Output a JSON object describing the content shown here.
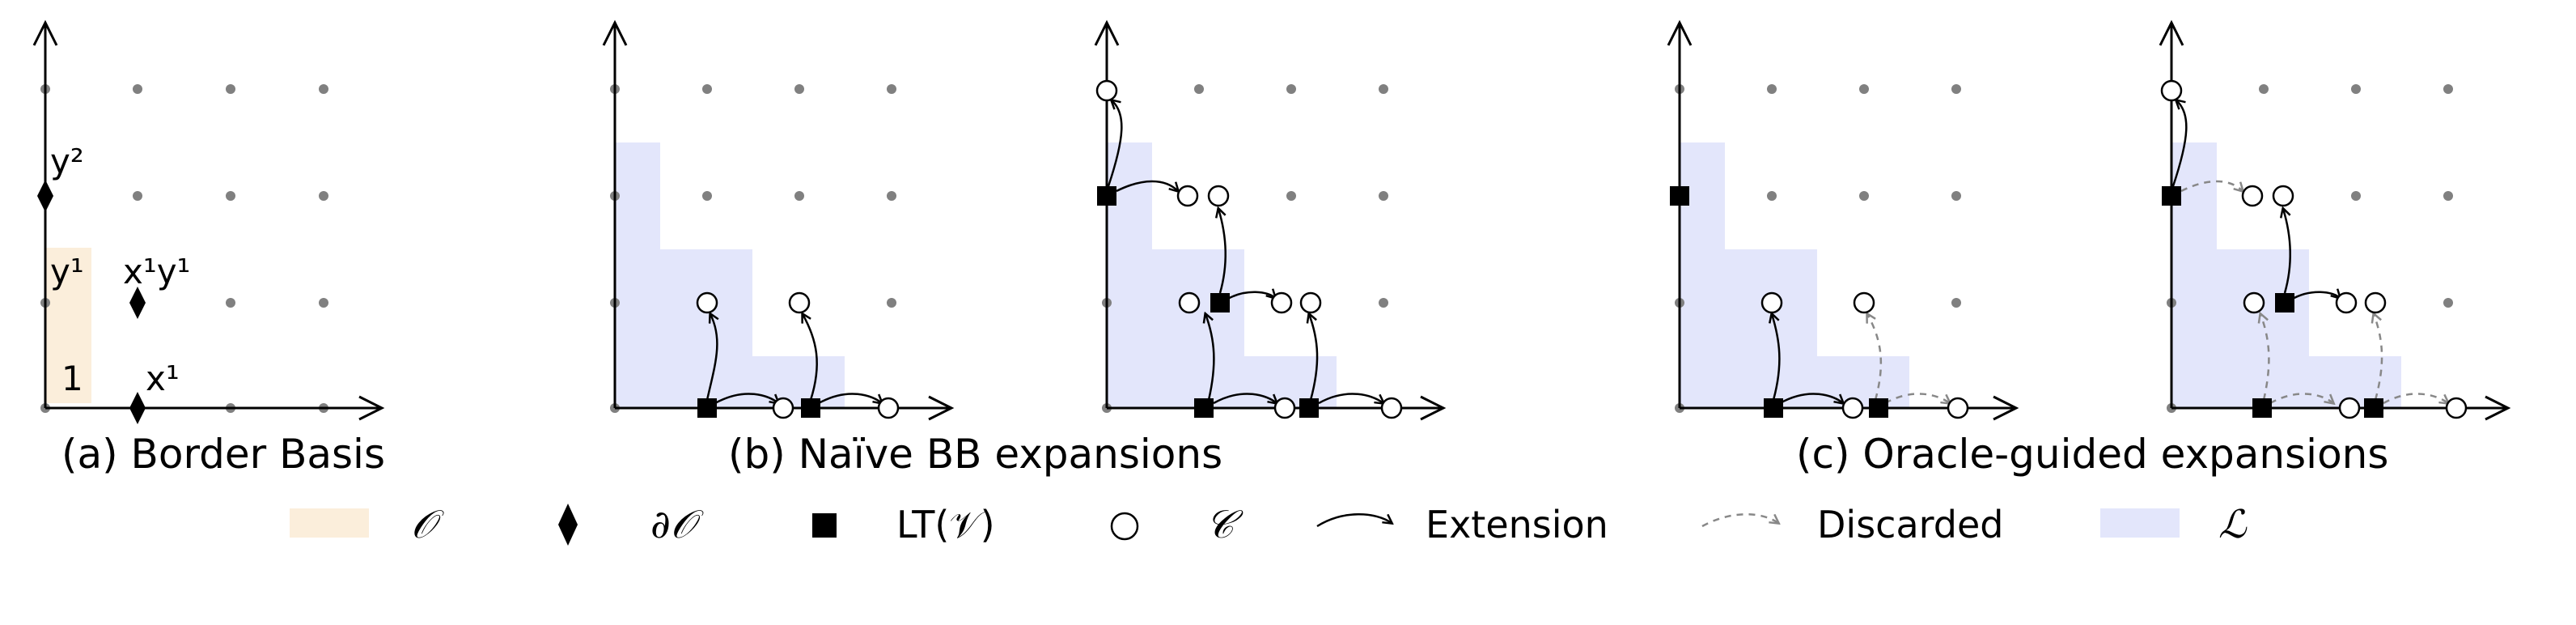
{
  "figure": {
    "panel_a": {
      "caption": "(a) Border Basis",
      "label_y2": "y²",
      "label_y1": "y¹",
      "label_x1y1": "x¹y¹",
      "label_x1": "x¹",
      "label_one": "1"
    },
    "panel_b": {
      "caption": "(b) Naïve BB expansions"
    },
    "panel_c": {
      "caption": "(c) Oracle-guided expansions"
    }
  },
  "legend": {
    "order_ideal": {
      "symbol": "𝒪",
      "color": "#fbeedb"
    },
    "border": {
      "symbol": "∂𝒪"
    },
    "leading_terms": {
      "label": "LT(𝒱)"
    },
    "candidates": {
      "symbol": "𝒞"
    },
    "extension": {
      "label": "Extension"
    },
    "discarded": {
      "label": "Discarded",
      "color": "#888888"
    },
    "lattice": {
      "symbol": "ℒ",
      "color": "#e3e6fb"
    }
  },
  "colors": {
    "grid_dot": "#808080",
    "axis": "#000000"
  }
}
